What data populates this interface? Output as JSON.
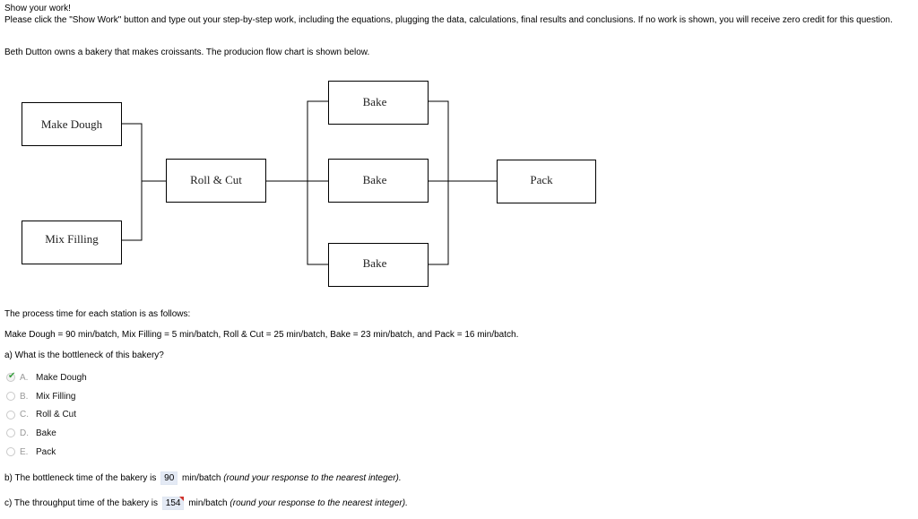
{
  "intro": {
    "heading": "Show your work!",
    "instructions": "Please click the \"Show Work\" button and type out your step-by-step work, including the equations, plugging the data, calculations, final results and conclusions. If no work is shown, you will receive zero credit for this question."
  },
  "scenario": "Beth Dutton owns a bakery that makes croissants. The producion flow chart is shown below.",
  "flowchart": {
    "make_dough": "Make Dough",
    "mix_filling": "Mix Filling",
    "roll_cut": "Roll & Cut",
    "bake_top": "Bake",
    "bake_mid": "Bake",
    "bake_bottom": "Bake",
    "pack": "Pack"
  },
  "process_intro": "The process time for each station is as follows:",
  "process_times": "Make Dough = 90 min/batch, Mix Filling = 5 min/batch, Roll & Cut = 25 min/batch, Bake = 23 min/batch, and Pack = 16 min/batch.",
  "question_a": {
    "prompt": "a) What is the bottleneck of this bakery?",
    "choices": [
      {
        "letter": "A.",
        "text": "Make Dough",
        "selected": true
      },
      {
        "letter": "B.",
        "text": "Mix Filling",
        "selected": false
      },
      {
        "letter": "C.",
        "text": "Roll & Cut",
        "selected": false
      },
      {
        "letter": "D.",
        "text": "Bake",
        "selected": false
      },
      {
        "letter": "E.",
        "text": "Pack",
        "selected": false
      }
    ]
  },
  "question_b": {
    "prefix": "b) The bottleneck time of the bakery is",
    "answer": "90",
    "unit": "min/batch",
    "note": "(round your response to the nearest integer)."
  },
  "question_c": {
    "prefix": "c) The throughput time of the bakery is",
    "answer": "154",
    "unit": "min/batch",
    "note": "(round your response to the nearest integer)."
  },
  "colors": {
    "check": "#3aa040",
    "answer_bg": "#e4eaf5",
    "flag": "#d0332b"
  }
}
